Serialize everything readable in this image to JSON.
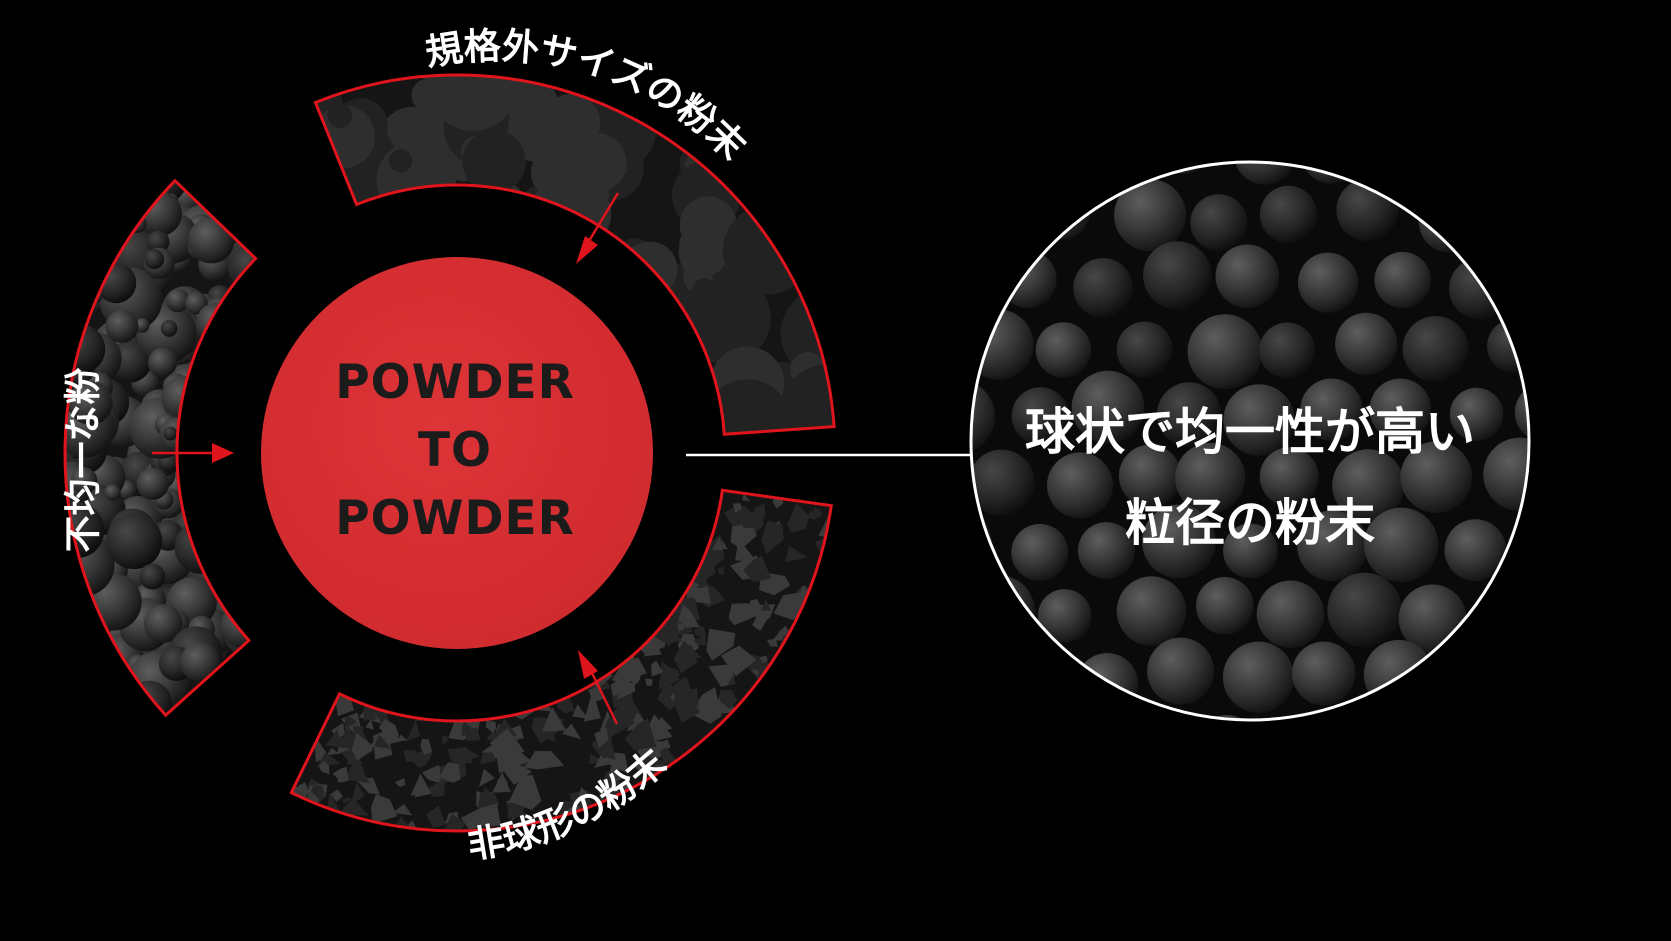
{
  "center": {
    "lines": [
      "POWDER",
      "TO",
      "POWDER"
    ],
    "fill_color": "#d92f33"
  },
  "inputs": [
    {
      "label": "規格外サイズの粉末",
      "texture": "coarse-irregular-particles"
    },
    {
      "label": "非球形の粉末",
      "texture": "angular-fragment-particles"
    },
    {
      "label": "不均一な粉",
      "texture": "mixed-size-spheres"
    }
  ],
  "result": {
    "lines": [
      "球状で均一性が高い",
      "粒径の粉末"
    ],
    "texture": "uniform-spheres"
  },
  "colors": {
    "background": "#000000",
    "accent": "#d92f33",
    "segment_outline": "#e0141c",
    "result_outline": "#ffffff",
    "arrow_white": "#ffffff",
    "text_light": "#ffffff",
    "text_dark": "#1b1b1b"
  }
}
